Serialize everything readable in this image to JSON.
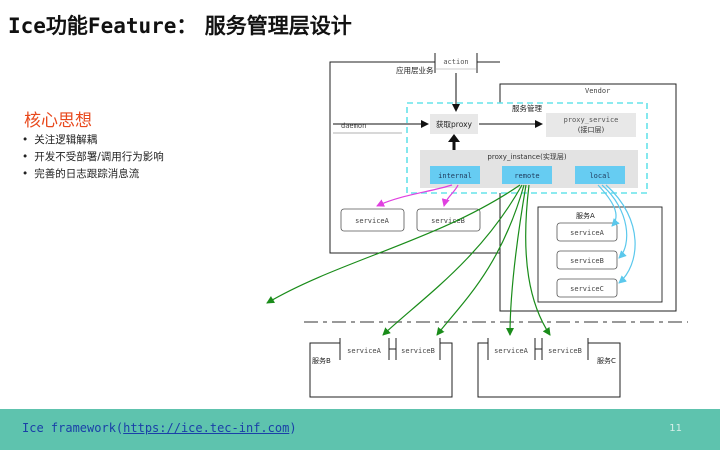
{
  "slide": {
    "title_latin": "Ice功能Feature：",
    "title_cn": " 服务管理层设计"
  },
  "core_idea": {
    "heading": "核心思想",
    "bullets": [
      "关注逻辑解耦",
      "开发不受部署/调用行为影响",
      "完善的日志跟踪消息流"
    ]
  },
  "diagram": {
    "action": "action",
    "app_layer": "应用层业务",
    "vendor": "Vendor",
    "service_mgmt": "服务管理",
    "daemon": "daemon",
    "get_proxy": "获取proxy",
    "proxy_service": "proxy_service",
    "proxy_service_sub": "(接口层)",
    "proxy_instance": "proxy_instance(实现层)",
    "internal": "internal",
    "remote": "remote",
    "local": "local",
    "left_services": [
      "serviceA",
      "serviceB"
    ],
    "service_a_label": "服务A",
    "vendor_services": [
      "serviceA",
      "serviceB",
      "serviceC"
    ],
    "service_b_label": "服务B",
    "service_b_items": [
      "serviceA",
      "serviceB"
    ],
    "service_c_label": "服务C",
    "service_c_items": [
      "serviceA",
      "serviceB"
    ],
    "colors": {
      "internal_arrow": "#e040e0",
      "remote_arrow": "#1a8c1a",
      "local_arrow": "#5bc8ec",
      "dashed_box": "#66e3ea",
      "impl_box": "#66ccf2",
      "divider": "#999999"
    }
  },
  "footer": {
    "prefix": "Ice framework(",
    "link": "https://ice.tec-inf.com",
    "suffix": ")",
    "page": "11",
    "background": "#5ec3ae"
  }
}
